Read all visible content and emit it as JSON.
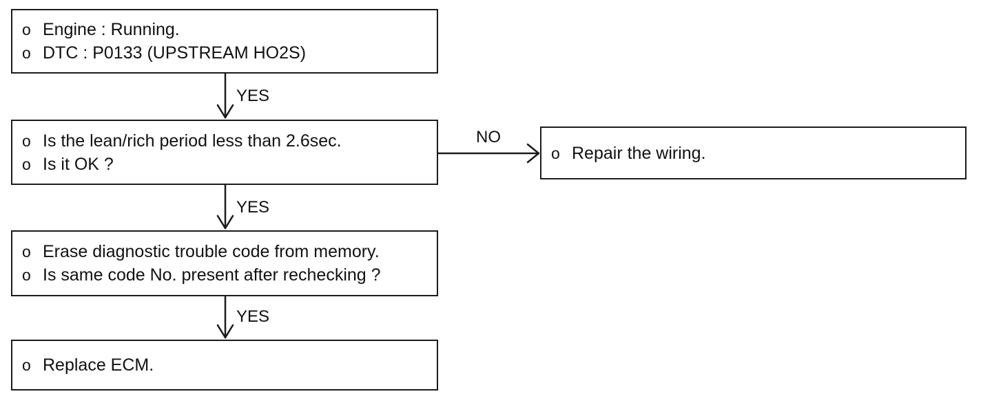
{
  "bullet": "o",
  "steps": [
    {
      "id": "start",
      "lines": [
        "Engine : Running.",
        "DTC : P0133 (UPSTREAM HO2S)"
      ]
    },
    {
      "id": "check-lean-rich",
      "lines": [
        "Is the lean/rich period less than 2.6sec.",
        "Is it OK ?"
      ]
    },
    {
      "id": "repair",
      "lines": [
        "Repair the wiring."
      ]
    },
    {
      "id": "erase",
      "lines": [
        "Erase diagnostic trouble code from memory.",
        "Is same code No. present after rechecking ?"
      ]
    },
    {
      "id": "replace",
      "lines": [
        "Replace ECM."
      ]
    }
  ],
  "edges": [
    {
      "from": "start",
      "to": "check-lean-rich",
      "label": "YES"
    },
    {
      "from": "check-lean-rich",
      "to": "repair",
      "label": "NO"
    },
    {
      "from": "check-lean-rich",
      "to": "erase",
      "label": "YES"
    },
    {
      "from": "erase",
      "to": "replace",
      "label": "YES"
    }
  ]
}
